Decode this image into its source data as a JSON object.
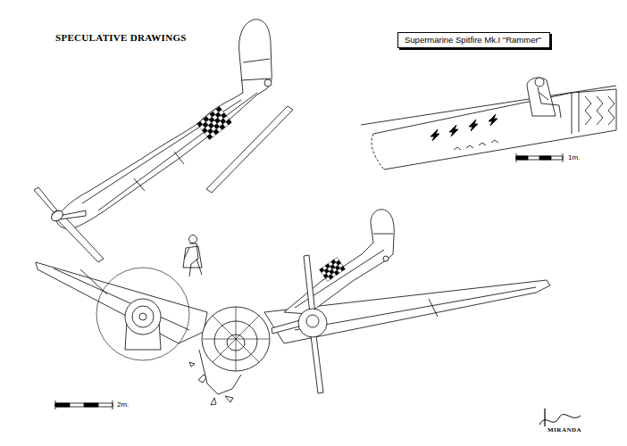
{
  "diagram": {
    "title": "SPECULATIVE DRAWINGS",
    "nodes": [
      {
        "text": [
          "Supermarine Spitfire Mk.I \"Rammer\""
        ]
      }
    ],
    "labels": [
      "1m.",
      "2m.",
      "MIRANDA"
    ]
  }
}
